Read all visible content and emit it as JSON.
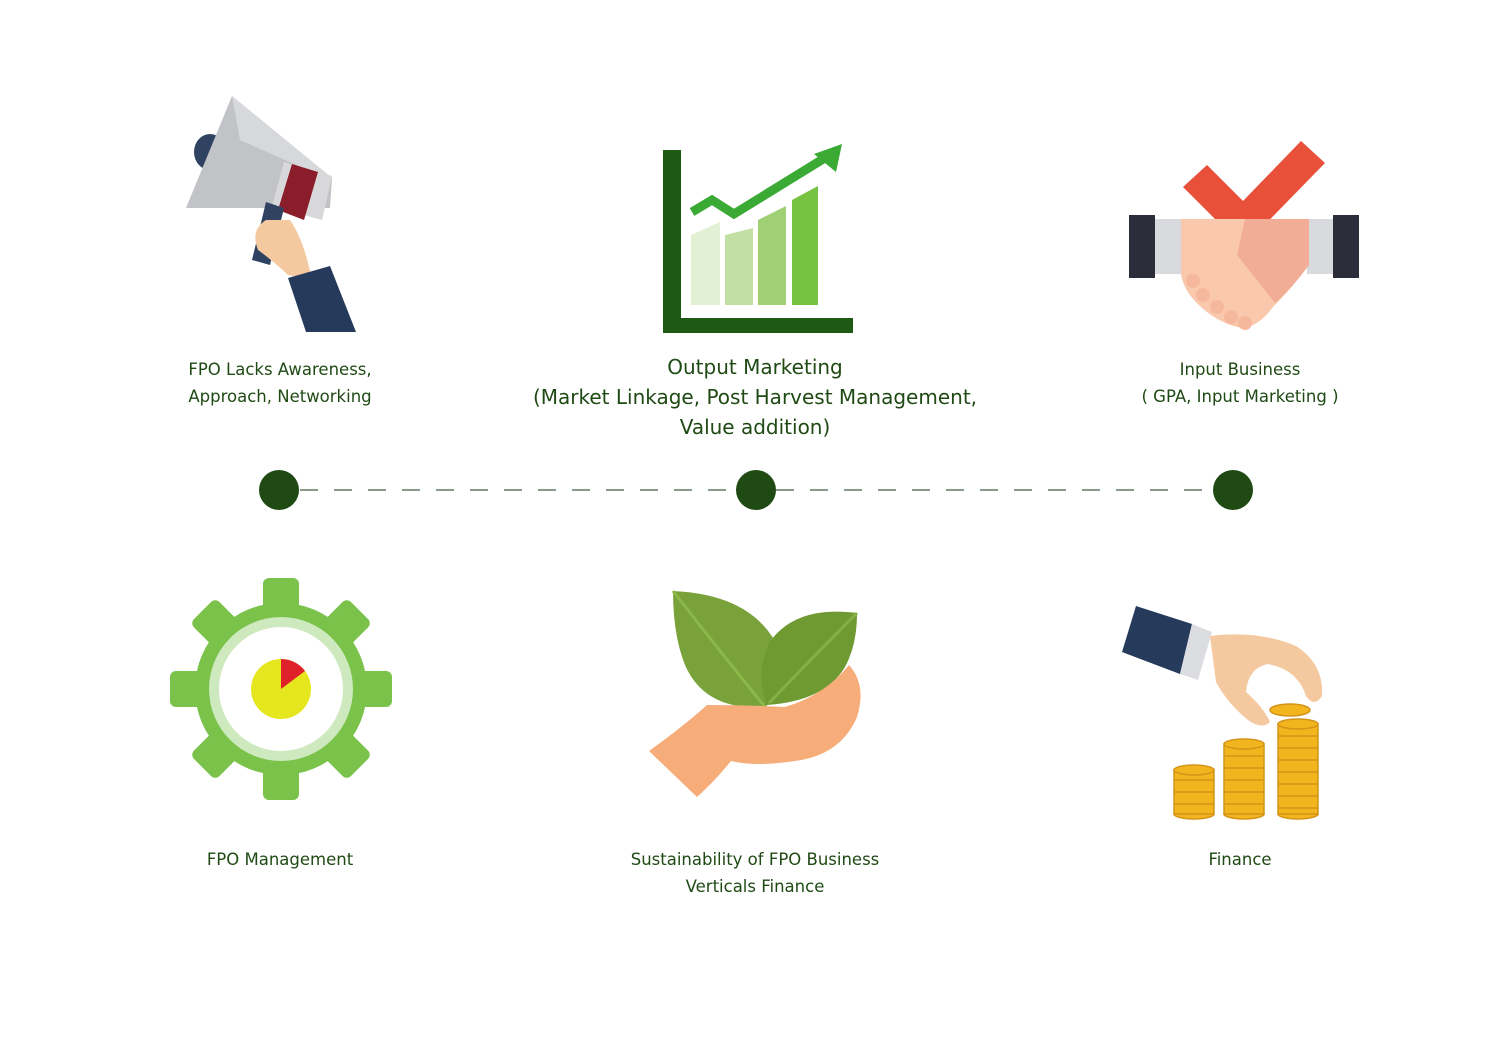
{
  "items": {
    "awareness": {
      "icon": "megaphone-icon",
      "lines": [
        "FPO Lacks Awareness,",
        "Approach, Networking"
      ]
    },
    "output_marketing": {
      "icon": "growth-chart-icon",
      "lines": [
        "Output Marketing",
        "(Market Linkage, Post Harvest Management,",
        "Value addition)"
      ]
    },
    "input_business": {
      "icon": "handshake-check-icon",
      "lines": [
        "Input Business",
        "( GPA, Input Marketing )"
      ]
    },
    "management": {
      "icon": "gear-icon",
      "lines": [
        "FPO Management"
      ]
    },
    "sustainability": {
      "icon": "hand-leaves-icon",
      "lines": [
        "Sustainability of FPO Business",
        "Verticals Finance"
      ]
    },
    "finance": {
      "icon": "coins-icon",
      "lines": [
        "Finance"
      ]
    }
  },
  "colors": {
    "text": "#1f4a14",
    "node": "#1f4a14",
    "dash": "#8a9a8a",
    "green_dark": "#1f5a14",
    "green_accent": "#3aaa35",
    "gear_green": "#7bc24a",
    "red_check": "#e8503a",
    "coin_gold": "#f2b51d"
  }
}
